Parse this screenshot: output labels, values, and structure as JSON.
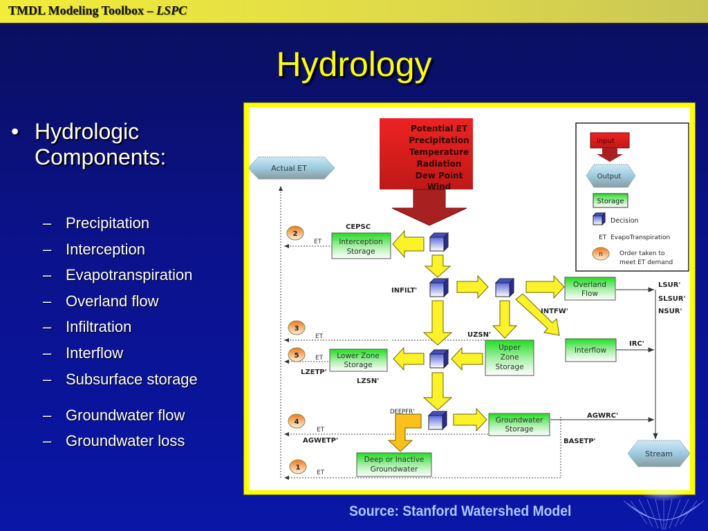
{
  "header": {
    "title_prefix": "TMDL Modeling Toolbox – ",
    "title_italic": "LSPC"
  },
  "slide": {
    "title": "Hydrology",
    "bullet": {
      "symbol": "•",
      "text": "Hydrologic Components:"
    },
    "sub_items": [
      {
        "dash": "–",
        "label": "Precipitation"
      },
      {
        "dash": "–",
        "label": "Interception"
      },
      {
        "dash": "–",
        "label": "Evapotranspiration"
      },
      {
        "dash": "–",
        "label": "Overland flow"
      },
      {
        "dash": "–",
        "label": "Infiltration"
      },
      {
        "dash": "–",
        "label": "Interflow"
      },
      {
        "dash": "–",
        "label": "Subsurface storage"
      },
      {
        "dash": "–",
        "label": "Groundwater flow"
      },
      {
        "dash": "–",
        "label": "Groundwater loss"
      }
    ],
    "source": "Source: Stanford Watershed Model"
  },
  "diagram": {
    "input_lines": [
      "Potential ET",
      "Precipitation",
      "Temperature",
      "Radiation",
      "Dew Point",
      "Wind"
    ],
    "outputs": {
      "actual_et": "Actual ET",
      "stream": "Stream"
    },
    "storages": {
      "interception": [
        "Interception",
        "Storage"
      ],
      "overland": [
        "Overland",
        "Flow"
      ],
      "interflow": [
        "Interflow"
      ],
      "upper_zone": [
        "Upper",
        "Zone",
        "Storage"
      ],
      "lower_zone": [
        "Lower Zone",
        "Storage"
      ],
      "groundwater": [
        "Groundwater",
        "Storage"
      ],
      "deep": [
        "Deep or Inactive",
        "Groundwater"
      ]
    },
    "params": {
      "cepsc": "CEPSC",
      "infilt": "INFILT'",
      "intfw": "INTFW'",
      "uzsn": "UZSN'",
      "lzetp": "LZETP'",
      "lzsn": "LZSN'",
      "deepfr": "DEEPFR'",
      "agwetp": "AGWETP'",
      "agwrc": "AGWRC'",
      "basetp": "BASETP'",
      "irc": "IRC'",
      "lsur": "LSUR'",
      "slsur": "SLSUR'",
      "nsur": "NSUR'"
    },
    "et_label": "ET",
    "order_badges": [
      "2",
      "3",
      "5",
      "4",
      "1"
    ],
    "legend": {
      "input": "Input",
      "output": "Output",
      "storage": "Storage",
      "decision": "Decision",
      "et_abbr": "ET",
      "et_full": "EvapoTranspiration",
      "order_symbol": "n",
      "order_lines": [
        "Order taken to",
        "meet ET demand"
      ]
    }
  }
}
